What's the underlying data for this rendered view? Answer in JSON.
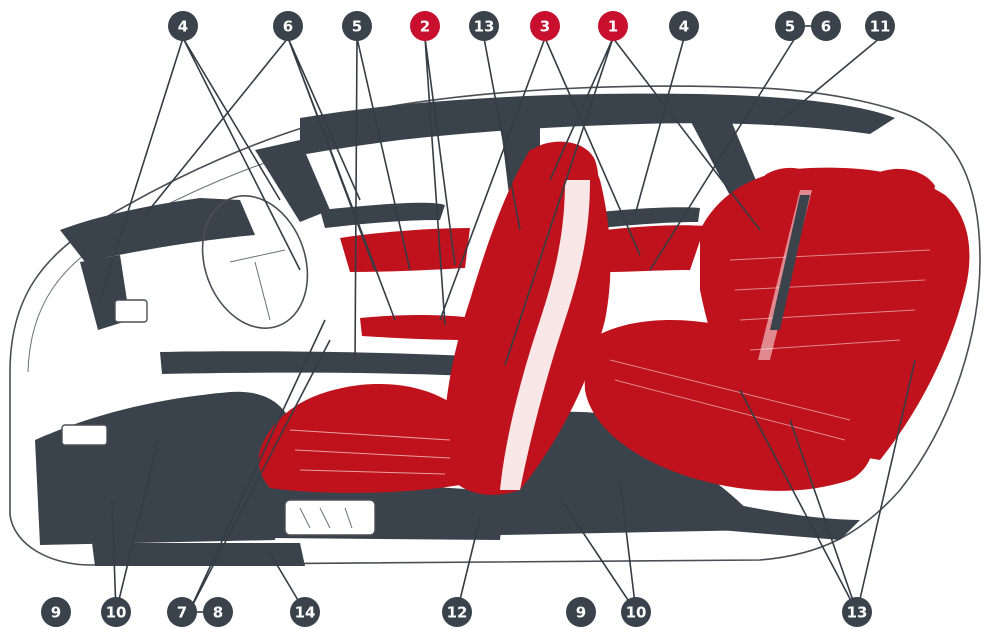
{
  "colors": {
    "dark": "#3a434b",
    "red": "#c0121c",
    "red_badge": "#c8102e",
    "outline": "#4a4f55",
    "background": "#ffffff"
  },
  "callouts_top": [
    {
      "label": "4",
      "style": "dark"
    },
    {
      "label": "6",
      "style": "dark"
    },
    {
      "label": "5",
      "style": "dark"
    },
    {
      "label": "2",
      "style": "red"
    },
    {
      "label": "13",
      "style": "dark"
    },
    {
      "label": "3",
      "style": "red"
    },
    {
      "label": "1",
      "style": "red"
    },
    {
      "label": "4",
      "style": "dark"
    },
    {
      "label": "5",
      "style": "dark"
    },
    {
      "label": "6",
      "style": "dark"
    },
    {
      "label": "11",
      "style": "dark"
    }
  ],
  "callouts_bottom": [
    {
      "label": "9",
      "style": "dark"
    },
    {
      "label": "10",
      "style": "dark"
    },
    {
      "label": "7",
      "style": "dark"
    },
    {
      "label": "8",
      "style": "dark"
    },
    {
      "label": "14",
      "style": "dark"
    },
    {
      "label": "12",
      "style": "dark"
    },
    {
      "label": "9",
      "style": "dark"
    },
    {
      "label": "10",
      "style": "dark"
    },
    {
      "label": "13",
      "style": "dark"
    }
  ]
}
